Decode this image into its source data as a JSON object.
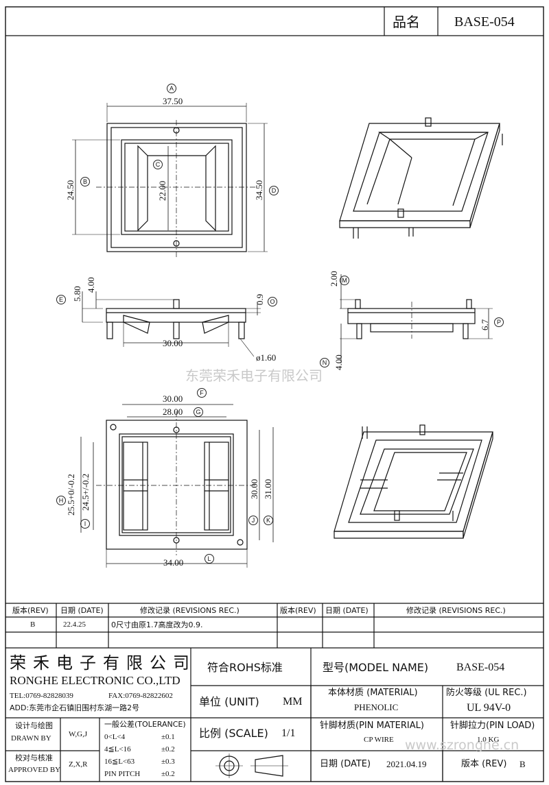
{
  "header": {
    "name_label": "品名",
    "model": "BASE-054"
  },
  "drawing": {
    "labels": {
      "A": "A",
      "B": "B",
      "C": "C",
      "D": "D",
      "E": "E",
      "F": "F",
      "G": "G",
      "H": "H",
      "I": "I",
      "J": "J",
      "K": "K",
      "L": "L",
      "M": "M",
      "N": "N",
      "O": "O",
      "P": "P"
    },
    "dims": {
      "a": "37.50",
      "b": "24.50",
      "c": "22.00",
      "d": "34.50",
      "e1": "5.80",
      "e2": "4.00",
      "o": "0.9",
      "w30": "30.00",
      "pin": "ø1.60",
      "m": "2.00",
      "p": "6.7",
      "n": "4.00",
      "f": "30.00",
      "g": "28.00",
      "h": "25.5+0/-0.2",
      "i": "24.5+/-0.2",
      "j": "30.00",
      "k": "31.00",
      "l": "34.00"
    },
    "watermark": "东莞荣禾电子有限公司"
  },
  "revisions": {
    "headers": [
      "版本(REV)",
      "日期 (DATE)",
      "修改记录 (REVISIONS REC.)",
      "版本(REV)",
      "日期 (DATE)",
      "修改记录 (REVISIONS REC.)"
    ],
    "rows": [
      {
        "rev": "B",
        "date": "22.4.25",
        "rec": "0尺寸由原1.7高度改为0.9."
      }
    ]
  },
  "titleblock": {
    "company_cn": "荣禾电子有限公司",
    "company_en": "RONGHE ELECTRONIC CO.,LTD",
    "tel": "TEL:0769-82828039",
    "fax": "FAX:0769-82822602",
    "addr": "ADD:东莞市企石镇旧围村东湖一路2号",
    "rohs": "符合ROHS标准",
    "model_label": "型号(MODEL NAME)",
    "model_value": "BASE-054",
    "unit_label": "单位 (UNIT)",
    "unit_value": "MM",
    "material_label": "本体材质 (MATERIAL)",
    "material_value": "PHENOLIC",
    "fire_label": "防火等级 (UL REC.)",
    "fire_value": "UL 94V-0",
    "design_label": "设计与绘图",
    "drawn_by": "DRAWN BY",
    "drawn_value": "W,G,J",
    "tolerance_title": "一般公差(TOLERANCE)",
    "tol": [
      {
        "range": "0<L<4",
        "val": "±0.1"
      },
      {
        "range": "4≦L<16",
        "val": "±0.2"
      },
      {
        "range": "16≦L<63",
        "val": "±0.3"
      },
      {
        "range": "PIN PITCH",
        "val": "±0.2"
      }
    ],
    "scale_label": "比例 (SCALE)",
    "scale_value": "1/1",
    "pin_material_label": "针脚材质(PIN MATERIAL)",
    "pin_material_value": "CP WIRE",
    "pin_load_label": "针脚拉力(PIN LOAD)",
    "pin_load_value": "1.0 KG",
    "check_label": "校对与核准",
    "approved_by": "APPROVED BY",
    "approved_value": "Z,X,R",
    "date_label": "日期 (DATE)",
    "date_value": "2021.04.19",
    "rev_label": "版本 (REV)",
    "rev_value": "B",
    "watermark": "www.szronghe.cn"
  }
}
